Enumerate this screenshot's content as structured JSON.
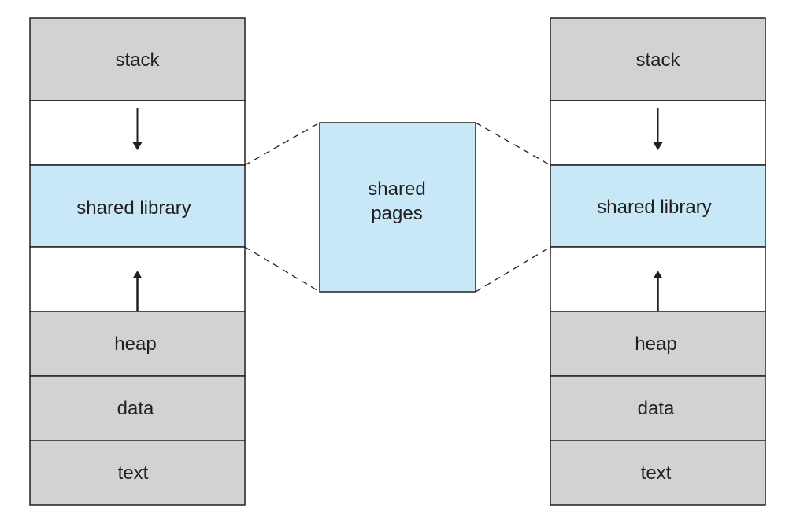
{
  "left_process": {
    "segments": [
      "stack",
      "",
      "shared library",
      "",
      "heap",
      "data",
      "text"
    ]
  },
  "right_process": {
    "segments": [
      "stack",
      "",
      "shared library",
      "",
      "heap",
      "data",
      "text"
    ]
  },
  "shared": {
    "line1": "shared",
    "line2": "pages"
  },
  "colors": {
    "gray": "#d1d2d4",
    "blue": "#c8e8f8",
    "white": "#ffffff",
    "stroke": "#231f20"
  }
}
